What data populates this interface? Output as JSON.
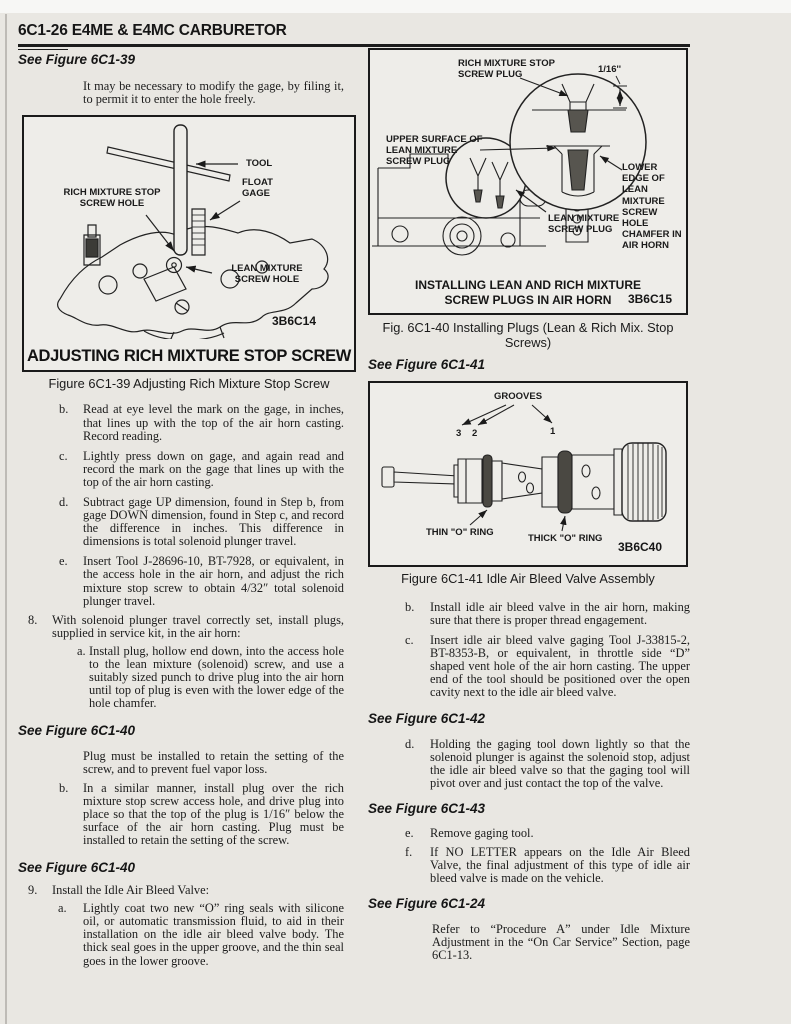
{
  "colors": {
    "paper": "#e9e7e2",
    "ink": "#1c1c1c"
  },
  "header": {
    "title": "6C1-26  E4ME & E4MC CARBURETOR"
  },
  "left": {
    "see1": "See Figure 6C1-39",
    "para1": "It may be necessary to modify the gage, by filing it, to permit it to enter the hole freely.",
    "fig39": {
      "labels": {
        "tool": "TOOL",
        "float_gage": "FLOAT GAGE",
        "rich_hole": "RICH MIXTURE STOP SCREW HOLE",
        "lean_hole": "LEAN MIXTURE SCREW HOLE",
        "code": "3B6C14"
      },
      "title": "ADJUSTING RICH MIXTURE STOP SCREW",
      "caption": "Figure 6C1-39 Adjusting Rich Mixture Stop Screw"
    },
    "list1": [
      {
        "m": "b.",
        "t": "Read at eye level the mark on the gage, in inches, that lines up with the top of the air horn casting. Record reading."
      },
      {
        "m": "c.",
        "t": "Lightly press down on gage, and again read and record the mark on the gage that lines up with the top of the air horn casting."
      },
      {
        "m": "d.",
        "t": "Subtract gage UP dimension, found in Step b, from gage DOWN dimension, found in Step c, and record the difference in inches. This difference in dimensions is total solenoid plunger travel."
      },
      {
        "m": "e.",
        "t": "Insert Tool J-28696-10, BT-7928, or equivalent, in the access hole in the air horn, and adjust the rich mixture stop screw to obtain 4/32″ total solenoid plunger travel."
      }
    ],
    "item8": {
      "m": "8.",
      "t": "With solenoid plunger travel correctly set, install plugs, supplied in service kit, in the air horn:"
    },
    "item8a": {
      "m": "a.",
      "t": "Install plug, hollow end down, into the access hole to the lean mixture (solenoid) screw, and use a suitably sized punch to drive plug into the air horn until top of plug is even with the lower edge of the hole chamfer."
    },
    "see2": "See Figure 6C1-40",
    "para2": "Plug must be installed to retain the setting of the screw, and to prevent fuel vapor loss.",
    "itemb2": {
      "m": "b.",
      "t": "In a similar manner, install plug over the rich mixture stop screw access hole, and drive plug into place so that the top of the plug is 1/16″ below the surface of the air horn casting. Plug must be installed to retain the setting of the screw."
    },
    "see3": "See Figure 6C1-40",
    "item9": {
      "m": "9.",
      "t": "Install the Idle Air Bleed Valve:"
    },
    "item9a": {
      "m": "a.",
      "t": "Lightly coat two new “O” ring seals with silicone oil, or automatic transmission fluid, to aid in their installation on the idle air bleed valve body. The thick seal goes in the upper groove, and the thin seal goes in the lower groove."
    }
  },
  "right": {
    "fig40": {
      "labels": {
        "rich_plug": "RICH MIXTURE STOP SCREW PLUG",
        "dim": "1/16''",
        "upper": "UPPER SURFACE OF LEAN MIXTURE SCREW PLUG",
        "lower": "LOWER EDGE OF LEAN MIXTURE SCREW HOLE CHAMFER IN AIR HORN",
        "lean_plug": "LEAN MIXTURE SCREW PLUG",
        "code": "3B6C15"
      },
      "title1": "INSTALLING LEAN AND RICH MIXTURE",
      "title2": "SCREW  PLUGS IN AIR HORN",
      "caption": "Fig. 6C1-40 Installing Plugs (Lean & Rich Mix. Stop Screws)"
    },
    "see41": "See Figure 6C1-41",
    "fig41": {
      "labels": {
        "grooves": "GROOVES",
        "n3": "3",
        "n2": "2",
        "n1": "1",
        "thin": "THIN \"O\" RING",
        "thick": "THICK \"O\" RING",
        "code": "3B6C40"
      },
      "caption": "Figure 6C1-41 Idle Air Bleed Valve Assembly"
    },
    "itemb": {
      "m": "b.",
      "t": "Install idle air bleed valve in the air horn, making sure that there is proper thread engagement."
    },
    "itemc": {
      "m": "c.",
      "t": "Insert idle air bleed valve gaging Tool J-33815-2, BT-8353-B, or equivalent, in throttle side “D” shaped vent hole of the air horn casting. The upper end of the tool should be positioned over the open cavity next to the idle air bleed valve."
    },
    "see42": "See Figure 6C1-42",
    "itemd": {
      "m": "d.",
      "t": "Holding the gaging tool down lightly so that the solenoid plunger is against the solenoid stop, adjust the idle air bleed valve so that the gaging tool will pivot over and just contact the top of the valve."
    },
    "see43": "See Figure 6C1-43",
    "iteme": {
      "m": "e.",
      "t": "Remove gaging tool."
    },
    "itemf": {
      "m": "f.",
      "t": "If NO LETTER appears on the Idle Air Bleed Valve, the final adjustment of this type of idle air bleed valve is made on the vehicle."
    },
    "see24": "See Figure 6C1-24",
    "para_end": "Refer to “Procedure A” under Idle Mixture Adjustment in the “On Car Service” Section, page 6C1-13."
  }
}
